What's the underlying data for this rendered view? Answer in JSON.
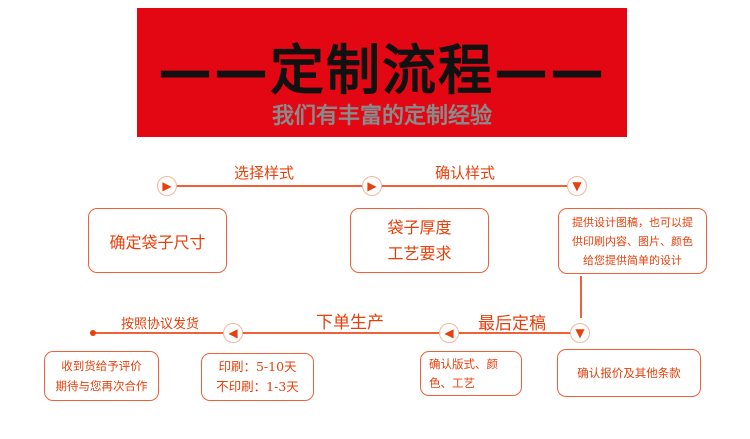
{
  "banner": {
    "title": "——定制流程——",
    "subtitle": "我们有丰富的定制经验",
    "color": "#e30613"
  },
  "accent": "#e8400c",
  "row1": {
    "labels": [
      "选择样式",
      "确认样式"
    ],
    "boxes": [
      [
        "确定袋子尺寸"
      ],
      [
        "袋子厚度",
        "工艺要求"
      ],
      [
        "提供设计图稿，也可以提",
        "供印刷内容、图片、颜色",
        "给您提供简单的设计"
      ]
    ]
  },
  "row2": {
    "labels": [
      "按照协议发货",
      "下单生产",
      "最后定稿"
    ],
    "boxes": [
      [
        "收到货给予评价",
        "期待与您再次合作"
      ],
      [
        "印刷：5-10天",
        "不印刷：1-3天"
      ],
      [
        "确认版式、颜",
        "色、工艺"
      ],
      [
        "确认报价及其他条款"
      ]
    ]
  },
  "icons": {
    "right": "arrow-right-icon",
    "down": "arrow-down-icon",
    "left": "arrow-left-icon"
  }
}
